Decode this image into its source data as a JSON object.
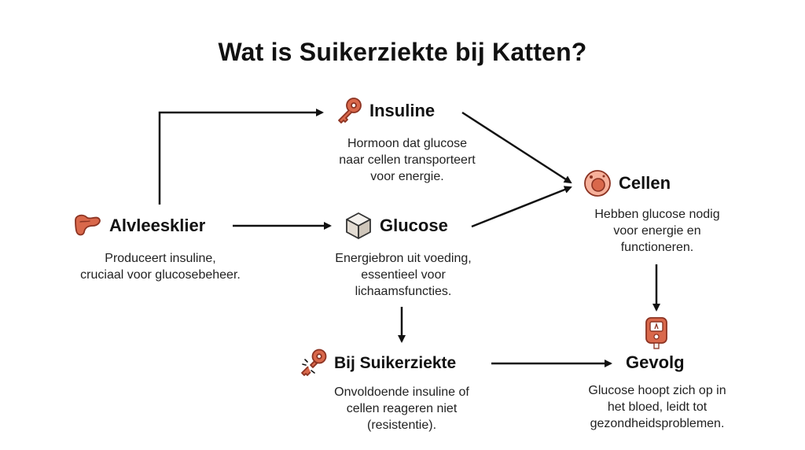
{
  "title": "Wat is Suikerziekte bij Katten?",
  "nodes": {
    "insuline": {
      "title": "Insuline",
      "icon": "key-icon",
      "desc": [
        "Hormoon dat glucose",
        "naar cellen transporteert",
        "voor energie."
      ]
    },
    "alvleesklier": {
      "title": "Alvleesklier",
      "icon": "pancreas-icon",
      "desc": [
        "Produceert insuline,",
        "cruciaal voor glucosebeheer."
      ]
    },
    "glucose": {
      "title": "Glucose",
      "icon": "sugar-cube-icon",
      "desc": [
        "Energiebron uit voeding,",
        "essentieel voor",
        "lichaamsfuncties."
      ]
    },
    "cellen": {
      "title": "Cellen",
      "icon": "cell-icon",
      "desc": [
        "Hebben glucose nodig",
        "voor energie en",
        "functioneren."
      ]
    },
    "suikerziekte": {
      "title": "Bij Suikerziekte",
      "icon": "broken-key-icon",
      "desc": [
        "Onvoldoende insuline of",
        "cellen reageren niet",
        "(resistentie)."
      ]
    },
    "gevolg": {
      "title": "Gevolg",
      "icon": "glucose-meter-icon",
      "desc": [
        "Glucose hoopt zich op in",
        "het bloed, leidt tot",
        "gezondheidsproblemen."
      ]
    }
  },
  "colors": {
    "accent": "#D9684B",
    "accent_dark": "#8C3322",
    "arrow": "#111111"
  }
}
